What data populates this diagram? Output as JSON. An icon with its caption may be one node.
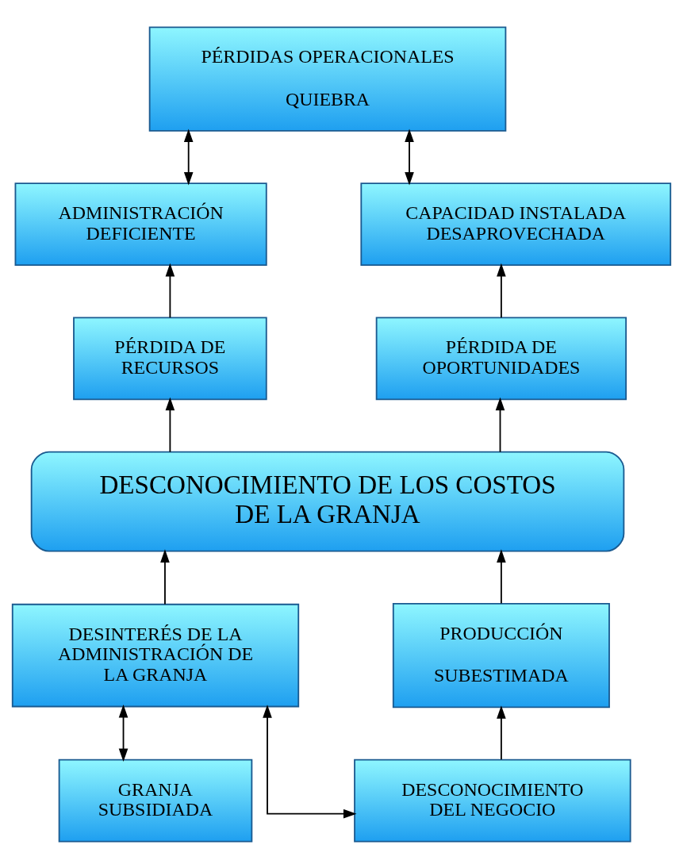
{
  "diagram": {
    "nodes": [
      {
        "text": [
          "PÉRDIDAS OPERACIONALES",
          "QUIEBRA"
        ]
      },
      {
        "text": [
          "ADMINISTRACIÓN DEFICIENTE"
        ]
      },
      {
        "text": [
          "CAPACIDAD INSTALADA DESAPROVECHADA"
        ]
      },
      {
        "text": [
          "PÉRDIDA DE RECURSOS"
        ]
      },
      {
        "text": [
          "PÉRDIDA DE OPORTUNIDADES"
        ]
      },
      {
        "text": [
          "DESCONOCIMIENTO DE LOS COSTOS DE LA GRANJA"
        ]
      },
      {
        "text": [
          "DESINTERÉS DE LA ADMINISTRACIÓN DE LA GRANJA"
        ]
      },
      {
        "text": [
          "PRODUCCIÓN",
          "SUBESTIMADA"
        ]
      },
      {
        "text": [
          "GRANJA SUBSIDIADA"
        ]
      },
      {
        "text": [
          "DESCONOCIMIENTO DEL NEGOCIO"
        ]
      }
    ],
    "edges": [
      {
        "from": 0,
        "to": 1,
        "arrow": "both"
      },
      {
        "from": 0,
        "to": 2,
        "arrow": "both"
      },
      {
        "from": 3,
        "to": 1,
        "arrow": "to"
      },
      {
        "from": 4,
        "to": 2,
        "arrow": "to"
      },
      {
        "from": 5,
        "to": 3,
        "arrow": "to"
      },
      {
        "from": 5,
        "to": 4,
        "arrow": "to"
      },
      {
        "from": 6,
        "to": 5,
        "arrow": "to"
      },
      {
        "from": 7,
        "to": 5,
        "arrow": "to"
      },
      {
        "from": 6,
        "to": 8,
        "arrow": "both"
      },
      {
        "from": 6,
        "to": 9,
        "arrow": "both"
      },
      {
        "from": 9,
        "to": 7,
        "arrow": "to"
      }
    ]
  }
}
